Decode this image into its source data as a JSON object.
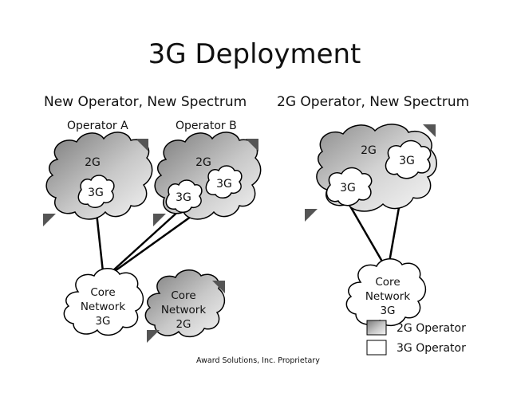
{
  "title": "3G Deployment",
  "sections": {
    "left_heading": "New Operator, New Spectrum",
    "right_heading": "2G Operator, New Spectrum"
  },
  "operators": {
    "a_label": "Operator A",
    "b_label": "Operator B"
  },
  "clouds": {
    "op_a_2g": "2G",
    "op_a_3g": "3G",
    "op_b_2g": "2G",
    "op_b_3g_left": "3G",
    "op_b_3g_right": "3G",
    "right_2g": "2G",
    "right_3g_top": "3G",
    "right_3g_left": "3G"
  },
  "core_networks": {
    "left_3g": [
      "Core",
      "Network",
      "3G"
    ],
    "left_2g": [
      "Core",
      "Network",
      "2G"
    ],
    "right_3g": [
      "Core",
      "Network",
      "3G"
    ]
  },
  "legend": {
    "items": [
      {
        "label": "2G Operator",
        "swatch": "gradient-gray"
      },
      {
        "label": "3G Operator",
        "swatch": "white"
      }
    ]
  },
  "footer": "Award Solutions, Inc. Proprietary",
  "colors": {
    "cloud_dark": "#8a8a8a",
    "cloud_light": "#f2f2f2",
    "outline": "#000000"
  }
}
